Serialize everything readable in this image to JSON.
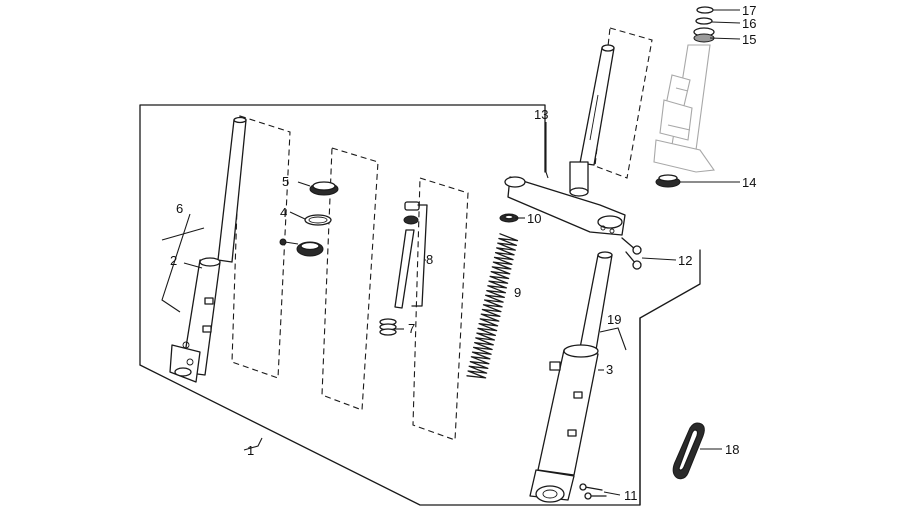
{
  "callouts": {
    "c1": "1",
    "c2": "2",
    "c3": "3",
    "c4": "4",
    "c5": "5",
    "c6": "6",
    "c7": "7",
    "c8": "8",
    "c9": "9",
    "c10": "10",
    "c11": "11",
    "c12": "12",
    "c13": "13",
    "c14": "14",
    "c15": "15",
    "c16": "16",
    "c17": "17",
    "c18": "18",
    "c19": "19"
  },
  "colors": {
    "ink": "#1a1a1a",
    "ghost": "#a8a8a8",
    "shade": "#9a9a9a"
  }
}
